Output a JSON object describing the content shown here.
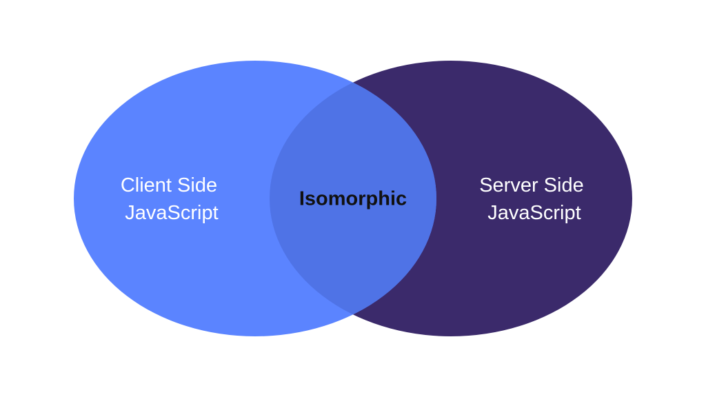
{
  "diagram": {
    "type": "venn",
    "sets": [
      {
        "label_line1": "Client Side",
        "label_line2": "JavaScript",
        "color": "#5b84ff"
      },
      {
        "label_line1": "Server Side",
        "label_line2": "JavaScript",
        "color": "#3b2a6b"
      }
    ],
    "overlap": {
      "label": "Isomorphic",
      "color": "#4f73e6"
    }
  }
}
